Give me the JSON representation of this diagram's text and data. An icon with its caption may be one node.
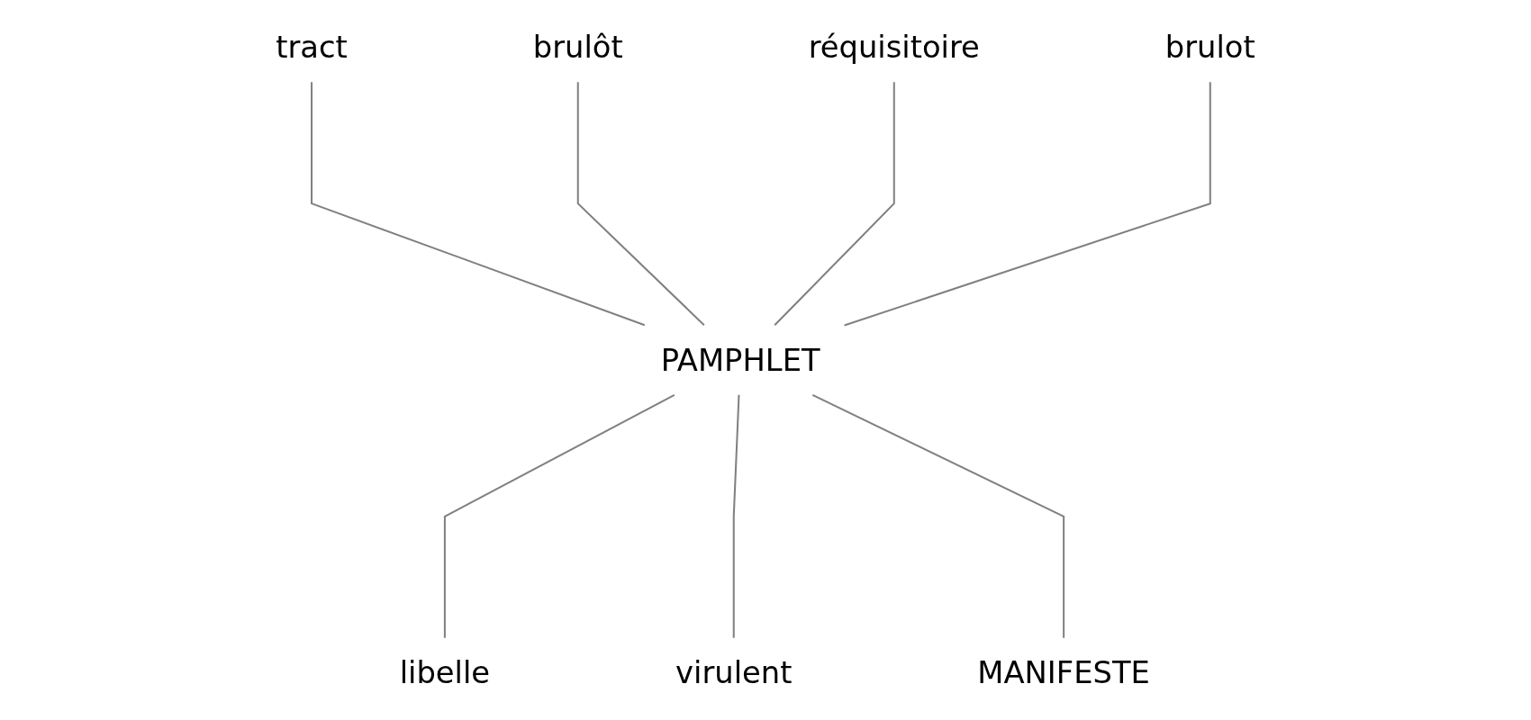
{
  "diagram": {
    "nodes": [
      {
        "text": [
          "tract"
        ]
      },
      {
        "text": [
          "brulôt"
        ]
      },
      {
        "text": [
          "réquisitoire"
        ]
      },
      {
        "text": [
          "brulot"
        ]
      },
      {
        "text": [
          "PAMPHLET"
        ]
      },
      {
        "text": [
          "libelle"
        ]
      },
      {
        "text": [
          "virulent"
        ]
      },
      {
        "text": [
          "MANIFESTE"
        ]
      }
    ],
    "edges": [
      {
        "from": 0,
        "to": 4,
        "arrow": "none"
      },
      {
        "from": 1,
        "to": 4,
        "arrow": "none"
      },
      {
        "from": 2,
        "to": 4,
        "arrow": "none"
      },
      {
        "from": 3,
        "to": 4,
        "arrow": "none"
      },
      {
        "from": 4,
        "to": 5,
        "arrow": "none"
      },
      {
        "from": 4,
        "to": 6,
        "arrow": "none"
      },
      {
        "from": 4,
        "to": 7,
        "arrow": "none"
      }
    ]
  }
}
